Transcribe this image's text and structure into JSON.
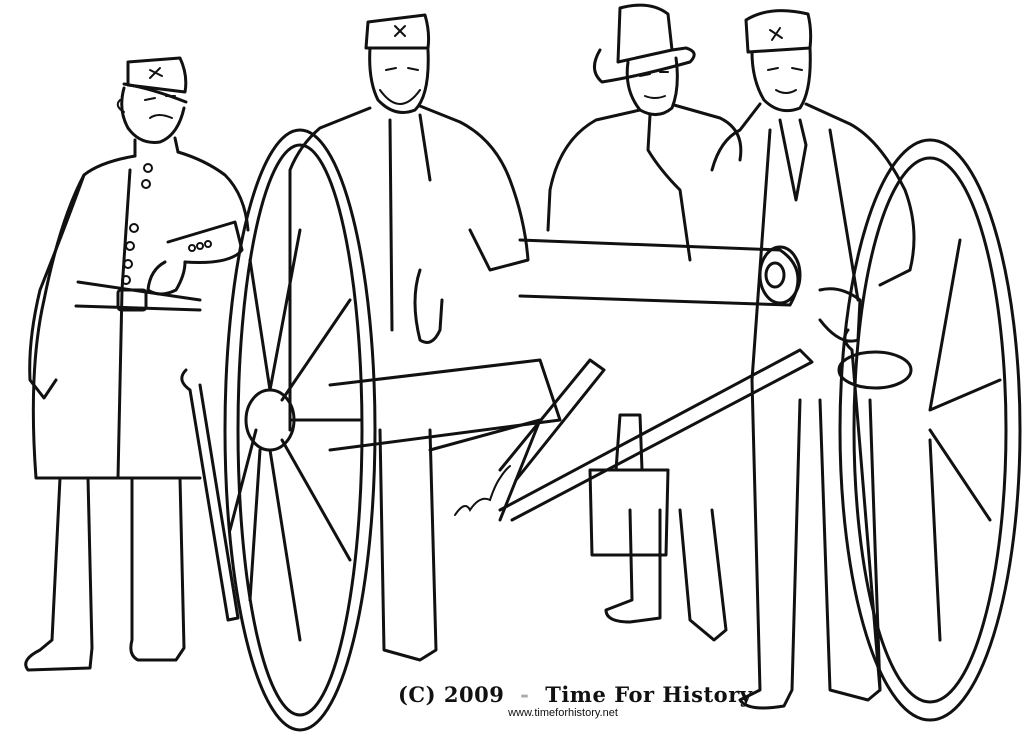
{
  "illustration": {
    "subject": "Four Civil War soldiers standing around a field cannon",
    "style": "black line art coloring page",
    "colors": {
      "line": "#111111",
      "background": "#ffffff"
    }
  },
  "caption": {
    "copyright": "(C) 2009",
    "separator": "-",
    "title": "Time For History",
    "url": "www.timeforhistory.net"
  }
}
